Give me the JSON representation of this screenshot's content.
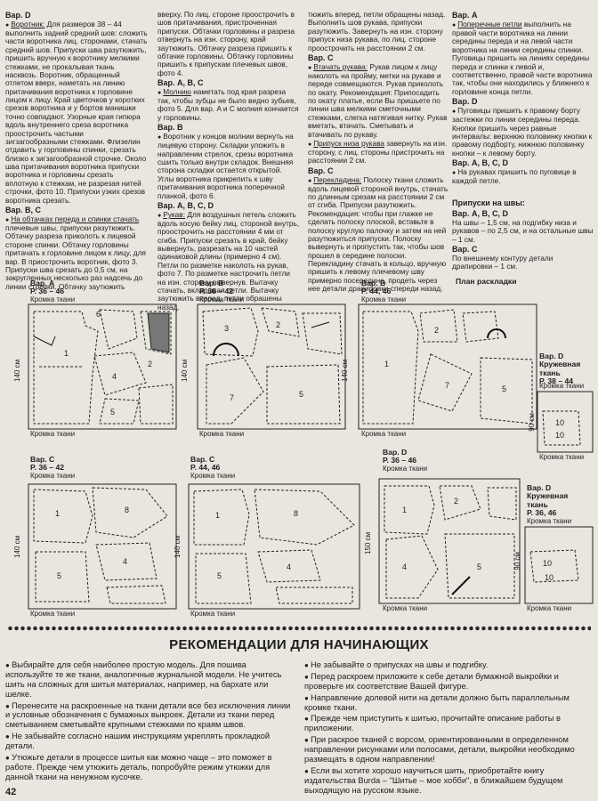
{
  "col1": [
    {
      "type": "h",
      "text": "Вар. D"
    },
    {
      "type": "p",
      "bullet": true,
      "lead": "Воротник:",
      "text": " Для размеров 38 – 44 выполнить задний средний шов: сложить части воротника лиц. сторонами, стачать средний шов. Припуски шва разутюжить, пришить вручную к воротнику мелкими стежками, не прокалывая ткань насквозь. Воротник, обращенный отлетом вверх, наметать на линию притачивания воротника к горловине лицом к лицу. Край цветочков у коротких срезов воротника и у бортов манишки точно совпадают. Узорные края гипюра вдоль внутреннего среза воротника проострочить частыми зигзагообразными стежками. Флизелин отдавить у горловины спинки, срезать близко к зигзагообразной строчке. Около шва притачивания воротника припуски воротника и горловины срезать вплотную к стежкам, не разрезая нитей строчки, фото 10. Припуски узких срезов воротника срезать."
    },
    {
      "type": "h",
      "text": "Вар. B, C"
    },
    {
      "type": "p",
      "bullet": true,
      "lead": "На обтачках переда и спинки стачать",
      "text": " плечевые швы, припуски разутюжить. Обтачку разреза приколоть к лицевой стороне спинки. Обтачку горловины притачать к горловине лицом к лицу, для вар. В приострочить воротник, фото 3. Припуски шва срезать до 0,5 см, на закругленных несколько раз надсечь до линии строчки. Обтачку заутюжить"
    }
  ],
  "col2": [
    {
      "type": "p",
      "bullet": false,
      "lead": "",
      "text": "вверху. По лиц. стороне проострочить в шов притачивания, пристроченная припуски. Обтачки горловины и разреза отвернуть на изн. сторону, край заутюжить. Обтачку разреза пришить к обтачке горловины. Обтачку горловины пришить к припускам плечевых швов, фото 4."
    },
    {
      "type": "h",
      "text": "Вар. A, B, C"
    },
    {
      "type": "p",
      "bullet": true,
      "lead": "Молнию",
      "text": " наметать под края разреза так, чтобы зубцы не было видно зубьев, фото 5. Для вар. A и C молния кончается у горловины."
    },
    {
      "type": "h",
      "text": "Вар. B"
    },
    {
      "type": "p",
      "bullet": true,
      "lead": "",
      "text": "Воротник у концов молнии вернуть на лицевую сторону. Складки уложить в направлении стрелок, срезы воротника сшить только внутри складок. Внешняя сторона складки остается открытой. Углы воротника прикрепить к шву притачивания воротника поперечной планкой, фото 6."
    },
    {
      "type": "h",
      "text": "Вар. A, B, C, D"
    },
    {
      "type": "p",
      "bullet": true,
      "lead": "Рукав:",
      "text": " Для воздушных петель сложить вдоль косую бейку лиц. стороной внутрь, проострочить на расстоянии 4 мм от сгиба. Припуски срезать в край, бейку вывернуть, разрезать на 10 частей одинаковой длины (примерно 4 см). Петли по разметке наколоть на рукав, фото 7. По разметке настрочить петли на изн. сторону вывернув. Вытачку стачать, вкладывая петли. Вытачку заутюжить вперед, петли обрашены назад."
    }
  ],
  "col3": [
    {
      "type": "p",
      "bullet": false,
      "lead": "",
      "text": "тюжить вперед, петли обращены назад. Выполнить шов рукава, припуски разутюжить. Завернуть на изн. сторону припуск низа рукава, по лиц. стороне проострочить на расстоянии 2 см."
    },
    {
      "type": "h",
      "text": "Вар. C"
    },
    {
      "type": "p",
      "bullet": true,
      "lead": "Втачать рукава:",
      "text": " Рукав лицом к лицу наколоть на пройму, метки на рукаве и переде совмещаются. Рукав приколоть по окату. Рекомендация: Припосадить по окату платье, если Вы пришьете по линии шва мелкими сметочными стежками, слегка натягивая нитку. Рукав вметать, втачать. Сметывать и втачивать по рукаву."
    },
    {
      "type": "p",
      "bullet": true,
      "lead": "Припуск низа рукава",
      "text": " завернуть на изн. сторону, с лиц. стороны пристрочить на расстоянии 2 см."
    },
    {
      "type": "h",
      "text": "Вар. C"
    },
    {
      "type": "p",
      "bullet": true,
      "lead": "Перекладина:",
      "text": " Полоску ткани сложить вдоль лицевой стороной внутрь, стачать по длинным срезам на расстоянии 2 см от сгиба. Припуски разутюжить. Рекомендация: чтобы при глажке не сделать полоску плоской, вставьте в полоску круглую палочку и затем на ней разутюжиться припуски. Полоску вывернуть и пропустить так, чтобы шов прошел в середине полоски. Перекладину стачать в кольцо, вручную пришить к левому плечевому шву примерно посередине, продеть через нее детали драпировки спереди назад."
    }
  ],
  "col4": [
    {
      "type": "h",
      "text": "Вар. A"
    },
    {
      "type": "p",
      "bullet": true,
      "lead": "Поперечные петли",
      "text": " выполнить на правой части воротника на линии середины переда и на левой части воротника на линии середины спинки. Пуговицы пришить на линиях середины переда и спинки к левой и, соответственно, правой части воротника так, чтобы они находились у ближнего к горловине конца петли."
    },
    {
      "type": "h",
      "text": "Вар. D"
    },
    {
      "type": "p",
      "bullet": true,
      "lead": "",
      "text": "Пуговицы пришить к правому борту застежки по линии середины переда. Кнопки пришить через равные интервалы: верхнюю половинку кнопки к правому подборту, нижнюю половинку кнопки – к левому борту."
    },
    {
      "type": "h",
      "text": "Вар. A, B, C, D"
    },
    {
      "type": "p",
      "bullet": true,
      "lead": "",
      "text": "На рукавах пришить по пуговице в каждой петле."
    },
    {
      "type": "gap",
      "text": ""
    },
    {
      "type": "h",
      "text": "Припуски на швы:"
    },
    {
      "type": "h",
      "text": "Вар. A, B, C, D"
    },
    {
      "type": "p",
      "bullet": false,
      "lead": "",
      "text": "На швы – 1,5 см, на подгибку низа и рукавов – по 2,5 см, и на остальные швы – 1 см."
    },
    {
      "type": "h",
      "text": "Вар. C"
    },
    {
      "type": "p",
      "bullet": false,
      "lead": "",
      "text": "По внешнему контуру детали драпировки – 1 см."
    }
  ],
  "plan_title": "План раскладки",
  "plans": {
    "a": {
      "h1": "Вар. A",
      "h2": "P. 36 – 46",
      "top": "Кромка ткани",
      "bottom": "Кромка ткани",
      "dim": "140 см"
    },
    "b": {
      "h1": "Вар. B",
      "h2": "P. 36 – 42",
      "top": "Кромка ткани",
      "bottom": "Кромка ткани",
      "dim": "140 см"
    },
    "b2": {
      "h1": "Вар. B",
      "h2": "P. 44, 46",
      "top": "Кромка ткани",
      "bottom": "Кромка ткани",
      "dim": "140 см"
    },
    "d_lace1": {
      "h1": "Вар. D",
      "h2": "Кружевная",
      "h3": "ткань",
      "h4": "P. 38 – 44",
      "top": "Кромка ткани",
      "bottom": "Кромка ткани",
      "dim": "90 см"
    },
    "c": {
      "h1": "Вар. C",
      "h2": "P. 36 – 42",
      "top": "Кромка ткани",
      "bottom": "Кромка ткани",
      "dim": "140 см"
    },
    "c2": {
      "h1": "Вар. C",
      "h2": "P. 44, 46",
      "top": "Кромка ткани",
      "bottom": "Кромка ткани",
      "dim": "140 см"
    },
    "d": {
      "h1": "Вар. D",
      "h2": "P. 36 – 46",
      "top": "Кромка ткани",
      "bottom": "Кромка ткани",
      "dim": "150 см"
    },
    "d_lace2": {
      "h1": "Вар. D",
      "h2": "Кружевная",
      "h3": "ткань",
      "h4": "P. 36, 46",
      "top": "Кромка ткани",
      "bottom": "Кромка ткани",
      "dim": "90 см"
    }
  },
  "rec_title": "РЕКОМЕНДАЦИИ ДЛЯ НАЧИНАЮЩИХ",
  "rec_left": [
    "Выбирайте для себя наиболее простую модель. Для пошива используйте те же ткани, аналогичные журнальной модели. Не учитесь шить на сложных для шитья материалах, например, на бархате или шелке.",
    "Перенесите на раскроенные на ткани детали все без исключения линии и условные обозначения с бумажных выкроек. Детали из ткани перед сметыванием сметывайте крупными стежками по краям швов.",
    "Не забывайте согласно нашим инструкциям укреплять прокладкой детали.",
    "Утюжьте детали в процессе шитья как можно чаще – это поможет в работе. Прежде чем утюжить деталь, попробуйте режим утюжки для данной ткани на ненужном кусочке."
  ],
  "rec_right": [
    "Не забывайте о припусках на швы и подгибку.",
    "Перед раскроем приложите к себе детали бумажной выкройки и проверьте их соответствие Вашей фигуре.",
    "Направление долевой нити на детали должно быть параллельным кромке ткани.",
    "Прежде чем приступить к шитью, прочитайте описание работы в приложении.",
    "При раскрое тканей с ворсом, ориентированными в определенном направлении рисунками или полосами, детали, выкройки необходимо размещать в одном направлении!",
    "Если вы хотите хорошо научиться шить, приобретайте книгу издательства Burda – \"Шитье – мое хобби\", в ближайшем будущем выходящую на русском языке."
  ],
  "page_number": "42"
}
